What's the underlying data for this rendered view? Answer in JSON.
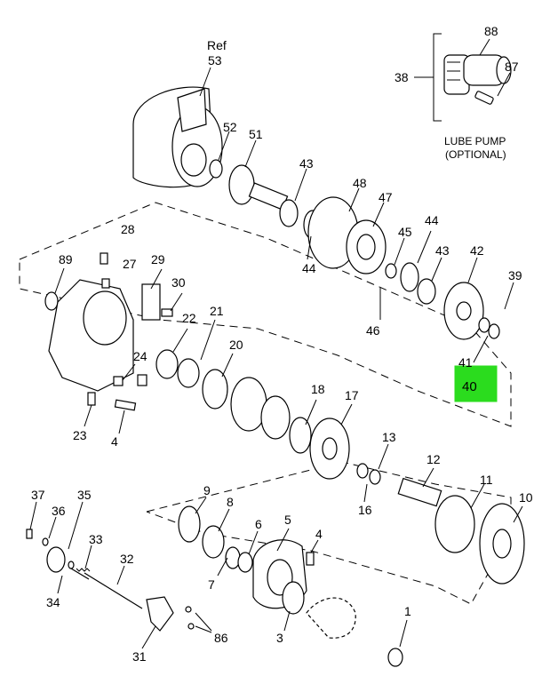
{
  "diagram": {
    "lube_pump_caption_line1": "LUBE PUMP",
    "lube_pump_caption_line2": "(OPTIONAL)",
    "ref_label": "Ref",
    "highlighted_part": "40",
    "highlight_color": "#2bdc1e",
    "callouts": [
      "53",
      "52",
      "51",
      "43",
      "48",
      "47",
      "45",
      "44",
      "43",
      "42",
      "39",
      "38",
      "88",
      "87",
      "28",
      "89",
      "27",
      "29",
      "30",
      "22",
      "21",
      "24",
      "20",
      "18",
      "17",
      "13",
      "12",
      "11",
      "10",
      "23",
      "4",
      "41",
      "46",
      "44",
      "16",
      "37",
      "36",
      "35",
      "33",
      "32",
      "9",
      "8",
      "6",
      "5",
      "4",
      "7",
      "3",
      "34",
      "31",
      "86",
      "1"
    ]
  }
}
